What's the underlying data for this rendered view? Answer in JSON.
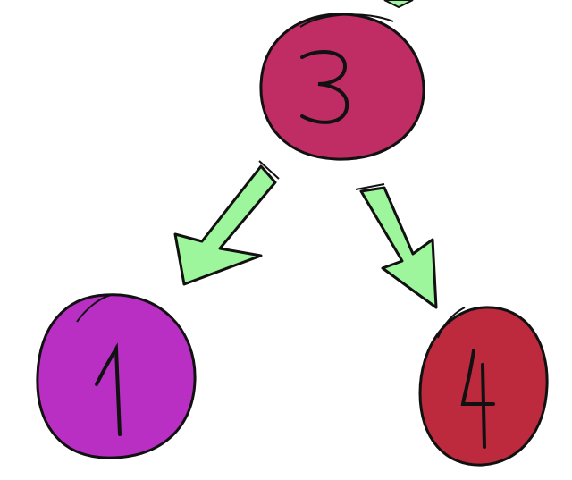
{
  "colors": {
    "background": "#ffffff",
    "outline": "#111111",
    "arrow_fill": "#9df59c",
    "node_root_fill": "#c02c64",
    "node_left_fill": "#b92fc4",
    "node_right_fill": "#bd2a3e"
  },
  "nodes": [
    {
      "id": "root",
      "label": "3"
    },
    {
      "id": "left",
      "label": "1"
    },
    {
      "id": "right",
      "label": "4"
    }
  ],
  "edges": [
    {
      "from": "root",
      "to": "left"
    },
    {
      "from": "root",
      "to": "right"
    }
  ]
}
